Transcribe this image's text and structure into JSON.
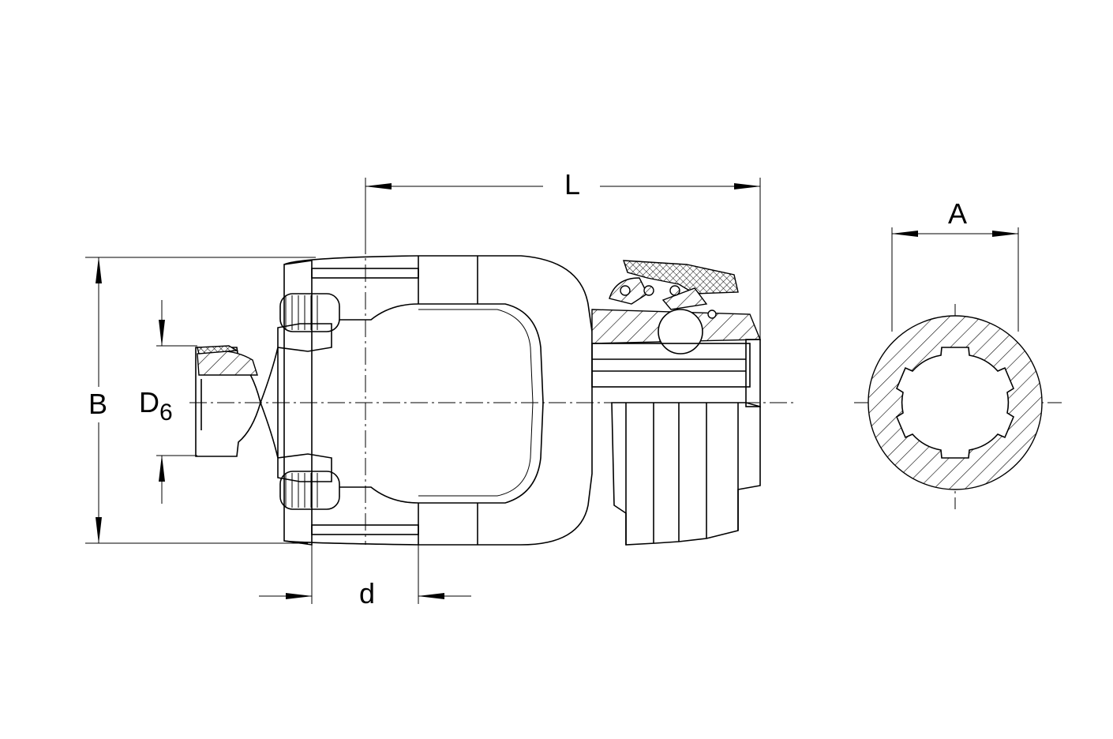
{
  "labels": {
    "length": "L",
    "spline_diameter": "A",
    "overall_diameter": "B",
    "d_main": "D",
    "d_sub": "6",
    "cross_diameter": "d"
  },
  "colors": {
    "line": "#000000",
    "background": "#ffffff"
  }
}
